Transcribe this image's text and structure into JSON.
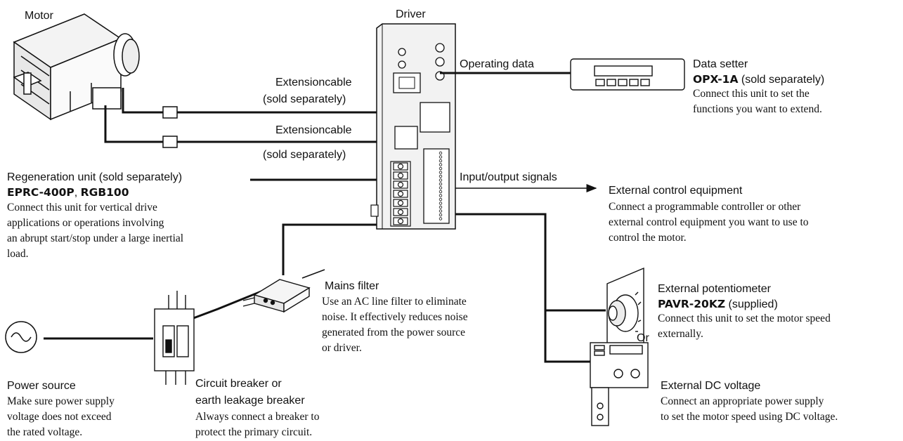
{
  "labels": {
    "motor": "Motor",
    "driver": "Driver",
    "operating_data": "Operating data",
    "input_output_signals": "Input/output signals",
    "or": "Or"
  },
  "ext_cable_1": {
    "line1": "Extensioncable",
    "line2": "(sold separately)"
  },
  "ext_cable_2": {
    "line1": "Extensioncable",
    "line2": "(sold separately)"
  },
  "data_setter": {
    "title": "Data setter",
    "model": "OPX-1A",
    "model_note": " (sold separately)",
    "desc": [
      "Connect this unit to set the",
      "functions you want to extend."
    ]
  },
  "regeneration_unit": {
    "title": "Regeneration unit (sold separately)",
    "model_a": "EPRC-400P",
    "sep": ", ",
    "model_b": "RGB100",
    "desc": [
      "Connect this unit for vertical drive",
      "applications or operations involving",
      "an abrupt start/stop under a large inertial",
      "load."
    ]
  },
  "external_control": {
    "title": "External control equipment",
    "desc": [
      "Connect a programmable controller or other",
      "external control equipment you want to use to",
      "control the motor."
    ]
  },
  "mains_filter": {
    "title": "Mains filter",
    "desc": [
      "Use an AC line filter to eliminate",
      "noise. It effectively reduces noise",
      "generated from the power source",
      "or driver."
    ]
  },
  "external_potentiometer": {
    "title": "External potentiometer",
    "model": "PAVR-20KZ",
    "model_note": " (supplied)",
    "desc": [
      "Connect this unit to set the motor speed",
      "externally."
    ]
  },
  "power_source": {
    "title": "Power source",
    "desc": [
      "Make sure power supply",
      "voltage does not exceed",
      "the rated voltage."
    ]
  },
  "circuit_breaker": {
    "title_lines": [
      "Circuit breaker or",
      "earth leakage breaker"
    ],
    "desc": [
      "Always connect a breaker to",
      "protect the primary circuit."
    ]
  },
  "external_dc": {
    "title": "External DC voltage",
    "desc": [
      "Connect an appropriate power supply",
      "to set the motor speed using DC voltage."
    ]
  },
  "colors": {
    "ink": "#111111",
    "line": "#1a1a1a",
    "panel": "#f2f2f2"
  }
}
